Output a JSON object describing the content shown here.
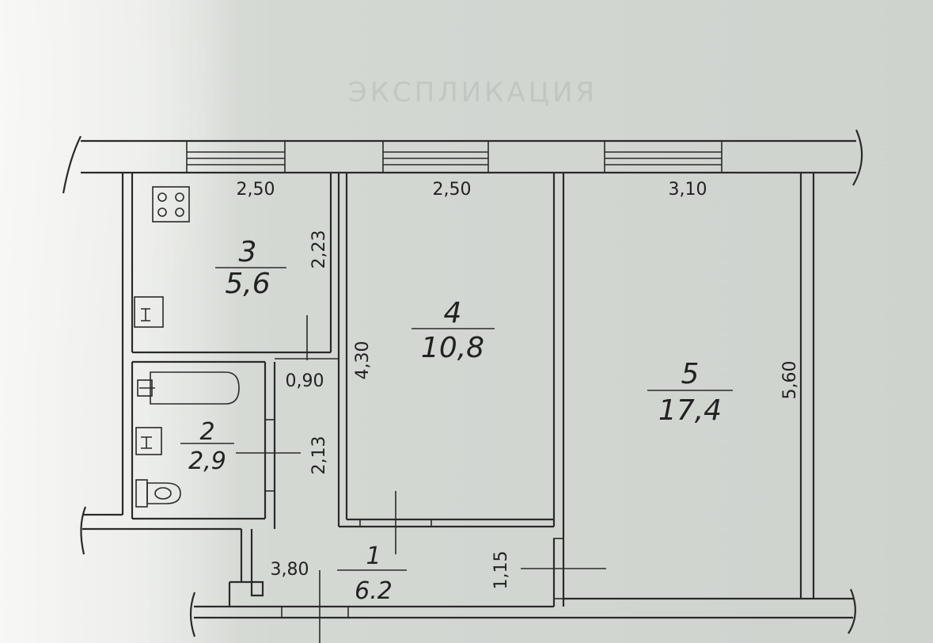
{
  "rooms": [
    {
      "number": "3",
      "area": "5,6"
    },
    {
      "number": "4",
      "area": "10,8"
    },
    {
      "number": "5",
      "area": "17,4"
    },
    {
      "number": "2",
      "area": "2,9"
    },
    {
      "number": "1",
      "area": "6.2"
    }
  ],
  "dimensions": {
    "kitchen_width": "2,50",
    "room4_width": "2,50",
    "room5_width": "3,10",
    "kitchen_depth": "2,23",
    "room4_depth": "4,30",
    "room5_depth": "5,60",
    "bath_depth": "2,13",
    "bath_door": "0,90",
    "hall_length": "3,80",
    "hall_width": "1,15"
  },
  "colors": {
    "ink": "#2a2a2a",
    "paper": "#d6d9d4"
  }
}
